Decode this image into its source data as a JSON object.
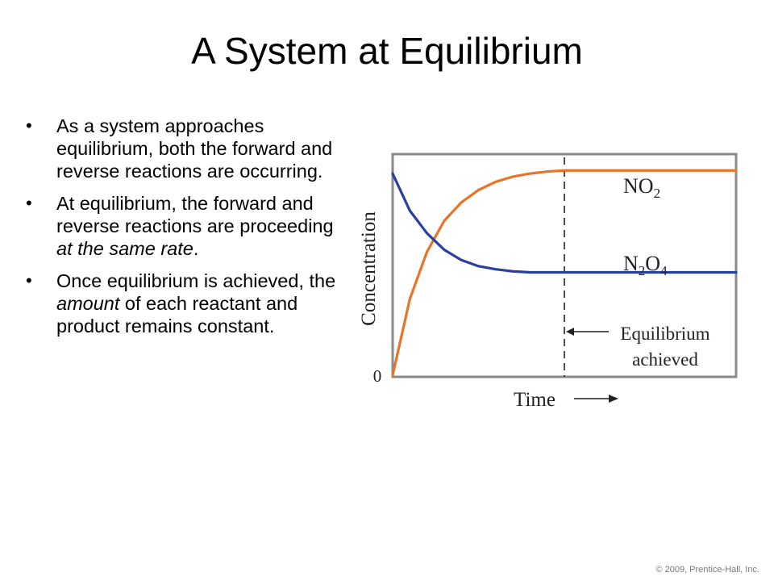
{
  "slide": {
    "title": "A System at Equilibrium",
    "bullets": [
      {
        "segments": [
          {
            "text": "As a system approaches equilibrium, both the forward and reverse reactions are occurring.",
            "italic": false
          }
        ]
      },
      {
        "segments": [
          {
            "text": "At equilibrium, the forward and reverse reactions are proceeding ",
            "italic": false
          },
          {
            "text": "at the same rate",
            "italic": true
          },
          {
            "text": ".",
            "italic": false
          }
        ]
      },
      {
        "segments": [
          {
            "text": "Once equilibrium is achieved, the ",
            "italic": false
          },
          {
            "text": "amount",
            "italic": true
          },
          {
            "text": " of each reactant and product remains constant.",
            "italic": false
          }
        ]
      }
    ],
    "bullet_glyph": "•",
    "copyright": "© 2009, Prentice-Hall, Inc."
  },
  "chart_data": {
    "type": "line",
    "xlabel": "Time",
    "xlabel_arrow": "arrow-right-icon",
    "ylabel": "Concentration",
    "y_origin_label": "0",
    "xlim": [
      0,
      1
    ],
    "ylim": [
      0,
      1
    ],
    "equilibrium_time": 0.5,
    "grid": false,
    "series": [
      {
        "name": "NO2",
        "name_parts": [
          "NO",
          "2",
          ""
        ],
        "color": "#e8742a",
        "x": [
          0,
          0.05,
          0.1,
          0.15,
          0.2,
          0.25,
          0.3,
          0.35,
          0.4,
          0.45,
          0.5,
          1.0
        ],
        "y": [
          0,
          0.37,
          0.6,
          0.75,
          0.84,
          0.9,
          0.94,
          0.965,
          0.98,
          0.99,
          0.995,
          0.995
        ]
      },
      {
        "name": "N2O4",
        "name_parts": [
          "N",
          "2",
          "O",
          "4"
        ],
        "color": "#2a3f9e",
        "x": [
          0,
          0.05,
          0.1,
          0.15,
          0.2,
          0.25,
          0.3,
          0.35,
          0.4,
          0.45,
          0.5,
          1.0
        ],
        "y": [
          0.98,
          0.8,
          0.69,
          0.61,
          0.56,
          0.53,
          0.515,
          0.505,
          0.5,
          0.5,
          0.5,
          0.5
        ]
      }
    ],
    "annotation": {
      "lines": [
        "Equilibrium",
        "achieved"
      ]
    },
    "colors": {
      "frame": "#8a8a8a",
      "dashed": "#222222"
    }
  }
}
